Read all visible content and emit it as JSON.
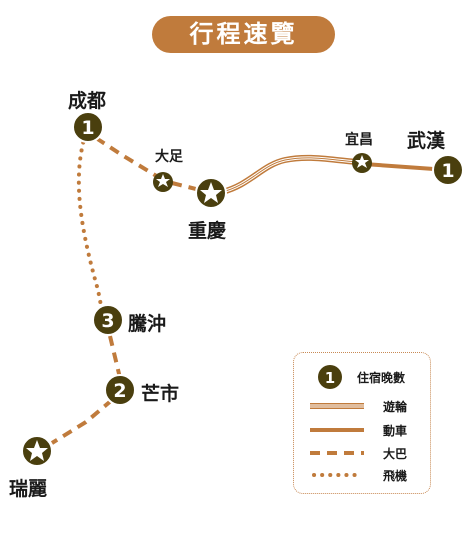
{
  "title": "行程速覽",
  "colors": {
    "route": "#c07b3c",
    "node": "#4a3f0e",
    "node_text": "#ffffff"
  },
  "cities": {
    "chengdu": {
      "name": "成都",
      "nights": "1"
    },
    "dazu": {
      "name": "大足"
    },
    "chongqing": {
      "name": "重慶"
    },
    "yichang": {
      "name": "宜昌"
    },
    "wuhan": {
      "name": "武漢",
      "nights": "1"
    },
    "tengchong": {
      "name": "騰沖",
      "nights": "3"
    },
    "mangshi": {
      "name": "芒市",
      "nights": "2"
    },
    "ruili": {
      "name": "瑞麗"
    }
  },
  "legend": {
    "nights_sample": "1",
    "nights": "住宿晚數",
    "cruise": "遊輪",
    "train": "動車",
    "bus": "大巴",
    "flight": "飛機"
  },
  "star_icon": "star"
}
